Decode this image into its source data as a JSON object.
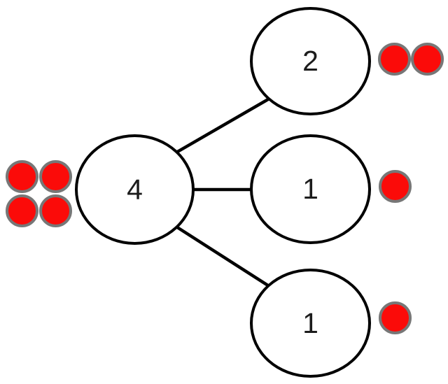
{
  "colors": {
    "background": "#ffffff",
    "node_fill": "#ffffff",
    "node_stroke": "#000000",
    "edge_stroke": "#000000",
    "label_color": "#1c1c1c",
    "dot_fill": "#fb0b09",
    "dot_stroke": "#777777"
  },
  "nodes": [
    {
      "id": "root",
      "value": "4",
      "dots": 4
    },
    {
      "id": "top",
      "value": "2",
      "dots": 2
    },
    {
      "id": "middle",
      "value": "1",
      "dots": 1
    },
    {
      "id": "bottom",
      "value": "1",
      "dots": 1
    }
  ],
  "edges": [
    {
      "from": "root",
      "to": "top"
    },
    {
      "from": "root",
      "to": "middle"
    },
    {
      "from": "root",
      "to": "bottom"
    }
  ]
}
